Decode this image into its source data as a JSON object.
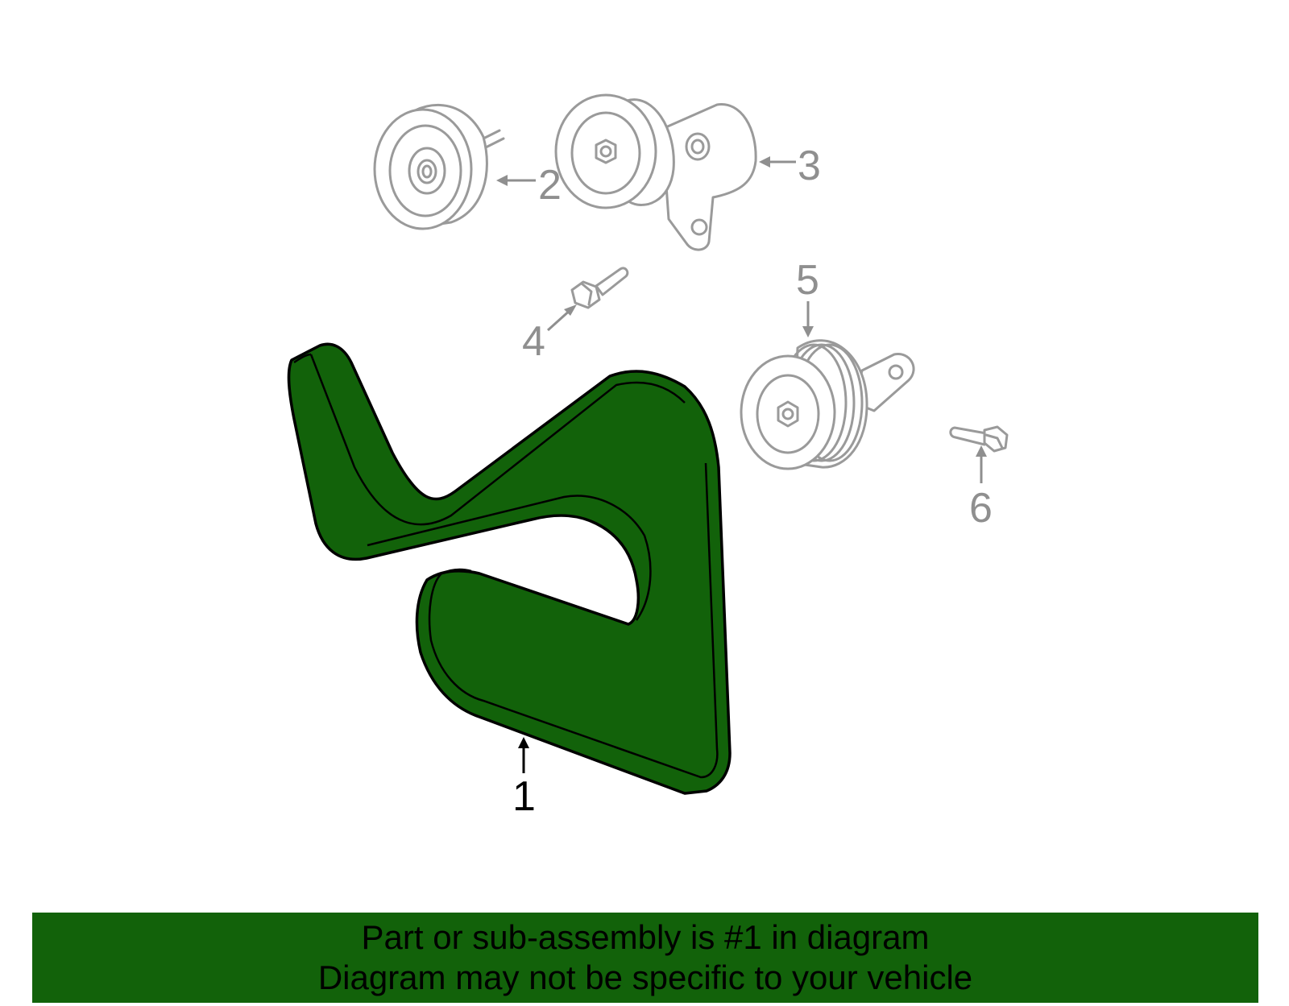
{
  "colors": {
    "highlight_part": "#12620a",
    "banner_background": "#12620a",
    "callout_gray": "#8f8f8f",
    "callout_black": "#000000"
  },
  "callouts": [
    {
      "id": "1",
      "label": "1",
      "part": "serpentine-belt",
      "highlighted": true
    },
    {
      "id": "2",
      "label": "2",
      "part": "idler-pulley"
    },
    {
      "id": "3",
      "label": "3",
      "part": "belt-tensioner"
    },
    {
      "id": "4",
      "label": "4",
      "part": "tensioner-bolt"
    },
    {
      "id": "5",
      "label": "5",
      "part": "idler-pulley-with-bracket"
    },
    {
      "id": "6",
      "label": "6",
      "part": "pulley-bolt"
    }
  ],
  "banner": {
    "line1": "Part or sub-assembly is #1 in diagram",
    "line2": "Diagram may not be specific to your vehicle"
  }
}
